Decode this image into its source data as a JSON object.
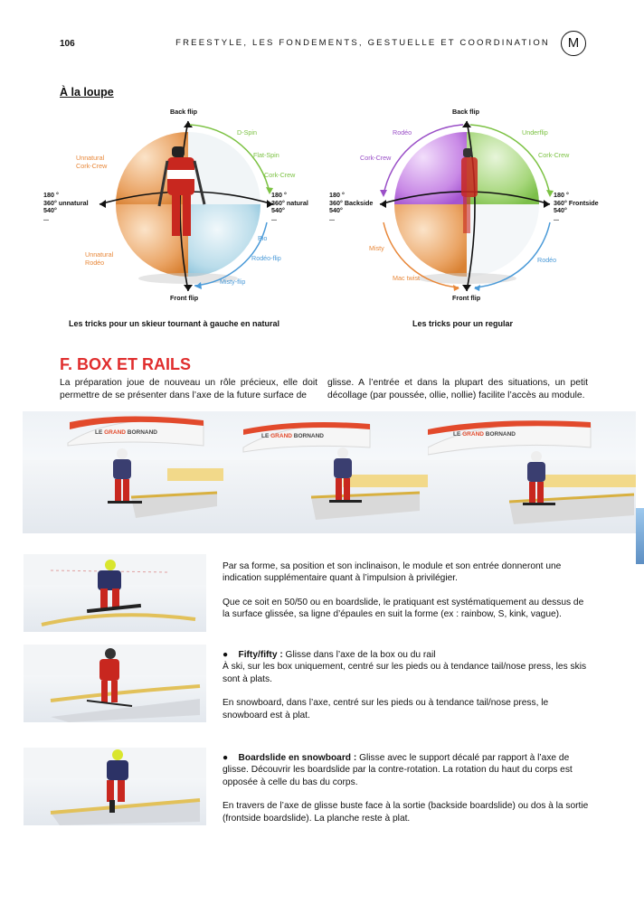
{
  "header": {
    "page_number": "106",
    "running_title": "FREESTYLE, LES FONDEMENTS, GESTUELLE ET COORDINATION",
    "brand_mark": "M"
  },
  "lead": {
    "title": "À la loupe"
  },
  "diagram_left": {
    "top_label": "Back flip",
    "bottom_label": "Front flip",
    "right_side": [
      "D-Spin",
      "Flat-Spin",
      "Cork-Crew",
      "Bio",
      "Rodéo-flip",
      "Misty-flip"
    ],
    "left_side": [
      "Unnatural Cork-Crew",
      "Unnatural Rodéo"
    ],
    "left_rotation": [
      "180 °",
      "360° unnatural",
      "540°",
      "..."
    ],
    "right_rotation": [
      "180 °",
      "360° natural",
      "540°",
      "..."
    ],
    "caption": "Les tricks pour un skieur tournant à gauche en natural"
  },
  "diagram_right": {
    "top_label": "Back flip",
    "bottom_label": "Front flip",
    "right_side": [
      "Underflip",
      "Cork-Crew",
      "Rodéo"
    ],
    "left_side": [
      "Rodéo",
      "Cork-Crew",
      "Misty",
      "Mac twist"
    ],
    "left_rotation": [
      "180 °",
      "360° Backside",
      "540°",
      "..."
    ],
    "right_rotation": [
      "180 °",
      "360° Frontside",
      "540°",
      "..."
    ],
    "caption": "Les tricks pour un regular"
  },
  "section": {
    "title": "F. BOX ET RAILS",
    "intro_left": "La préparation joue de nouveau un rôle précieux, elle doit permettre de se présenter dans l’axe de la future surface de",
    "intro_right": "glisse. A l’entrée et dans la plupart des situations, un petit décollage (par poussée, ollie, nollie) facilite l’accès au module."
  },
  "banner": {
    "text_a": "LE ",
    "text_b": "GRAND",
    "text_c": " BORNAND"
  },
  "paragraphs": {
    "p1": "Par sa forme, sa position et son inclinaison,  le module et son entrée donneront une indication supplémentaire quant à l’impulsion à privilégier.",
    "p2": "Que ce soit en 50/50 ou  en boardslide, le pratiquant est systématiquement au dessus de la surface glissée, sa ligne d’épaules en suit la forme (ex : rainbow, S, kink, vague).",
    "p3_title": "Fifty/fifty :",
    "p3_text": " Glisse dans l’axe de la box ou du rail",
    "p3_line2": "À ski, sur les box uniquement, centré sur les pieds ou à tendance tail/nose press,  les skis sont à plats.",
    "p4": "En snowboard, dans l’axe, centré sur les pieds ou à tendance tail/nose press, le snowboard est à plat.",
    "p5_title": "Boardslide en snowboard :",
    "p5_text": " Glisse avec le support décalé par rapport à l’axe de glisse. Découvrir les boardslide par la contre-rotation. La rotation du haut du corps est opposée à celle du bas du corps.",
    "p6": "En travers de l’axe de glisse buste face à la sortie (backside boardslide) ou dos à la sortie (frontside boardslide). La planche reste à plat."
  },
  "colors": {
    "heading_red": "#e02e2e",
    "orange": "#e8883a",
    "green": "#7cc243",
    "blue": "#4a9ad8",
    "purple": "#9a4fc7"
  }
}
